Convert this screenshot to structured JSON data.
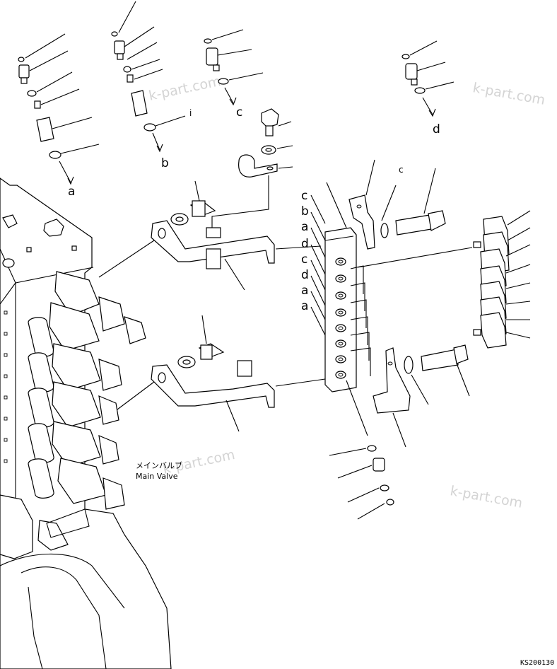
{
  "diagram": {
    "drawing_code": "KS200130",
    "main_valve_label_jp": "メインバルブ",
    "main_valve_label_en": "Main Valve",
    "watermark": "k-part.com",
    "fitting_labels": {
      "a": "a",
      "b": "b",
      "c": "c",
      "d": "d",
      "i": "i"
    },
    "block_port_labels": [
      "c",
      "b",
      "a",
      "d",
      "c",
      "d",
      "a",
      "a"
    ]
  }
}
